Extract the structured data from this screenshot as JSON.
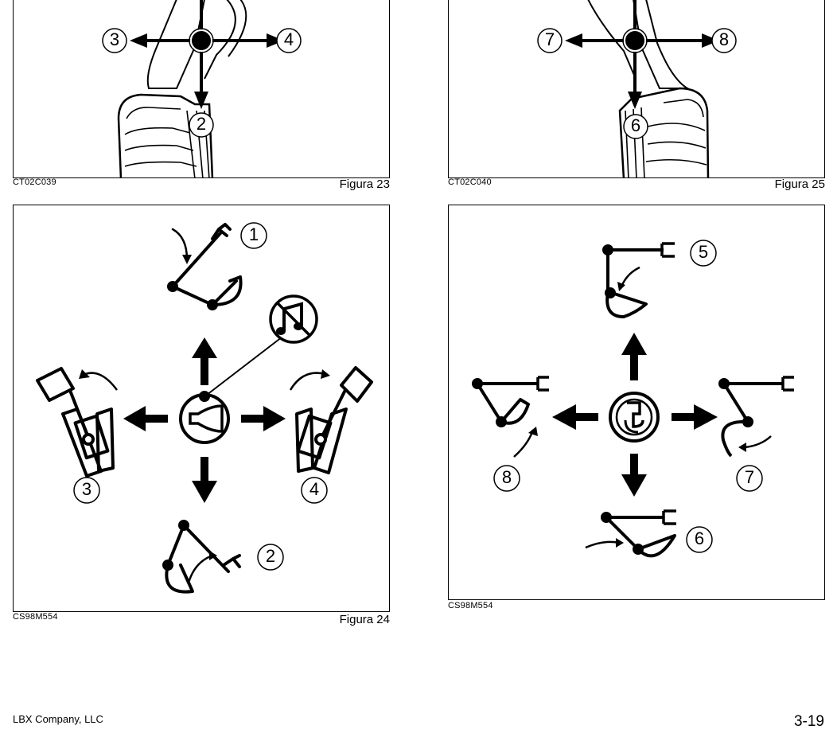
{
  "fig23": {
    "code": "CT02C039",
    "caption": "Figura 23",
    "labels": [
      "3",
      "4",
      "2"
    ]
  },
  "fig25": {
    "code": "CT02C040",
    "caption": "Figura 25",
    "labels": [
      "7",
      "8",
      "6"
    ]
  },
  "fig24": {
    "code": "CS98M554",
    "caption": "Figura 24",
    "labels": [
      "1",
      "3",
      "4",
      "2"
    ]
  },
  "fig26": {
    "code": "CS98M554",
    "labels": [
      "5",
      "8",
      "7",
      "6"
    ]
  },
  "footer": {
    "company": "LBX Company, LLC",
    "page": "3-19"
  },
  "icons": [
    "joystick-icon",
    "boom-raise-icon",
    "boom-lower-icon",
    "swing-left-icon",
    "swing-right-icon",
    "horn-icon",
    "no-music-icon",
    "arm-in-icon",
    "arm-out-icon",
    "bucket-curl-icon",
    "bucket-dump-icon",
    "operator-icon"
  ]
}
